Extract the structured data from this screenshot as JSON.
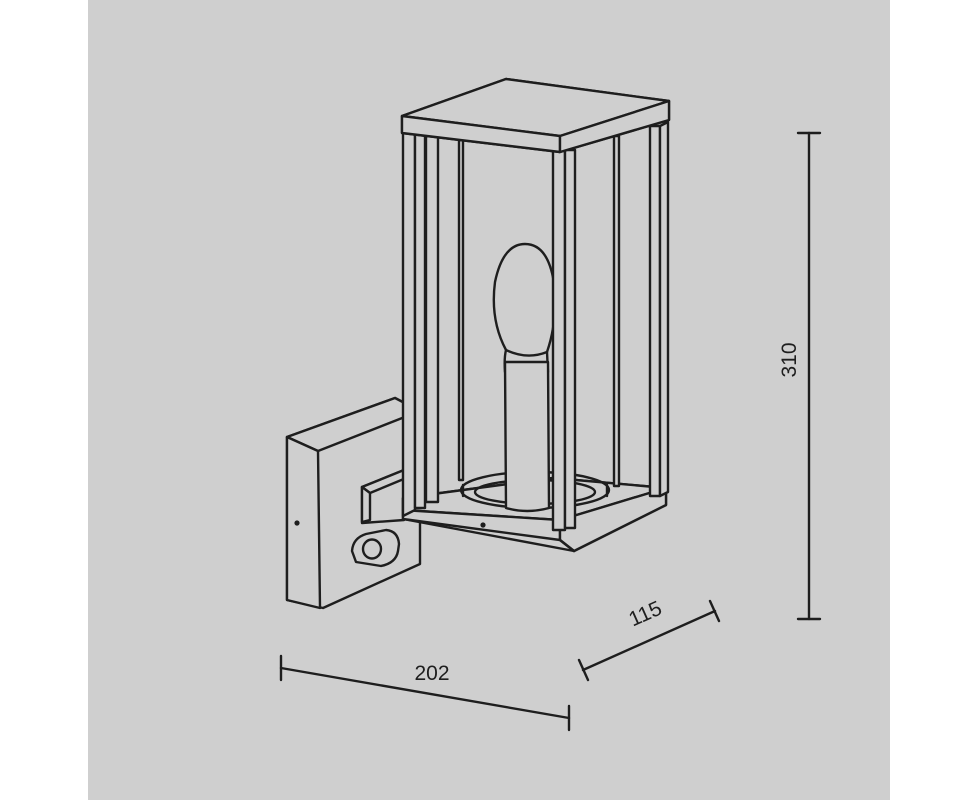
{
  "diagram": {
    "background_color": "#cfcfcf",
    "line_color": "#1e1e1e",
    "dimensions": {
      "width": "202",
      "depth": "115",
      "height": "310"
    }
  }
}
